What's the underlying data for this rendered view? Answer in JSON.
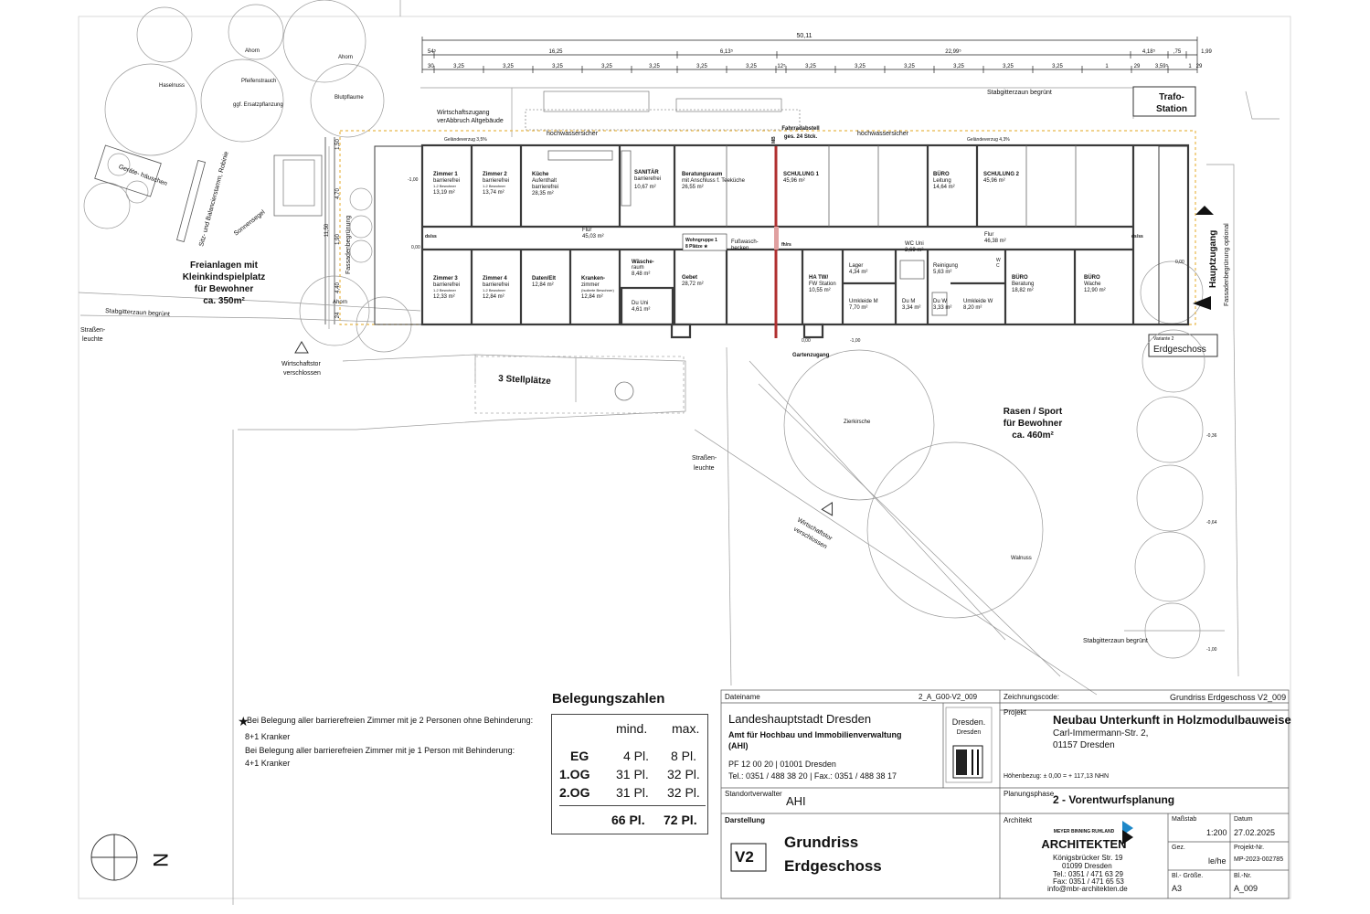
{
  "dimensions": {
    "overall": "50,11",
    "top_row": [
      "54⁵",
      "16,25",
      "6,13⁵",
      "22,99⁵",
      "4,18⁵",
      ",75",
      "1,99"
    ],
    "module_row": [
      "30",
      "3,25",
      "3,25",
      "3,25",
      "3,25",
      "3,25",
      "3,25",
      "3,25",
      "12⁵",
      "3,25",
      "3,25",
      "3,25",
      "3,25",
      "3,25",
      "3,25",
      "1",
      "29",
      "3,59⁵",
      "1",
      "29"
    ],
    "side": [
      "1,50",
      "4,70",
      "1,90",
      "4,40",
      "24",
      "24",
      "11,50"
    ]
  },
  "site_labels": {
    "ahorn_1": "Ahorn",
    "ahorn_2": "Ahorn",
    "ahorn_3": "Ahorn",
    "haselnuss": "Haselnuss",
    "pfeifenstrauch": "Pfeifenstrauch",
    "ersatz": "ggf. Ersatzpflanzung",
    "blutpflaume": "Blutpflaume",
    "geraete": "Geräte-\nhäuschen",
    "sitz": "Sitz- und Balancierstamm, Robinie",
    "sonnensegel": "Sonnensegel",
    "freianlagen_1": "Freianlagen mit",
    "freianlagen_2": "Kleinkindspielplatz",
    "freianlagen_3": "für Bewohner",
    "freianlagen_4": "ca. 350m²",
    "zaun_1": "Stabgitterzaun begrünt",
    "zaun_2": "Stabgitterzaun begrünt",
    "zaun_3": "Stabgitterzaun begrünt",
    "strassen_1": "Straßen-",
    "strassen_1b": "leuchte",
    "strassen_2": "Straßen-",
    "strassen_2b": "leuchte",
    "wirtschaftstor_1": "Wirtschaftstor",
    "wirtschaftstor_1b": "verschlossen",
    "wirtschaftstor_2": "Wirtschaftstor",
    "wirtschaftstor_2b": "verschlossen",
    "stellplaetze": "3 Stellplätze",
    "wirtschaftszugang_1": "Wirtschaftszugang",
    "wirtschaftszugang_2": "verAbbruch Altgebäude",
    "hochwasser_1": "hochwassersicher",
    "hochwasser_2": "hochwassersicher",
    "gelaende_1": "Geländeverzug 3,5%",
    "gelaende_2": "Geländeverzug 4,3%",
    "fahrrad_1": "Fahrradabstell",
    "fahrrad_2": "ges. 24 Stck.",
    "trafo_1": "Trafo-",
    "trafo_2": "Station",
    "fassade": "Fassadenbegrünung",
    "hauptzugang": "Hauptzugang",
    "fassade_opt": "Fassadenbegrünung optional",
    "variante": "Variante 2",
    "erdgeschoss_tag": "Erdgeschoss",
    "gartenzugang": "Gartenzugang",
    "rasen_1": "Rasen / Sport",
    "rasen_2": "für Bewohner",
    "rasen_3": "ca. 460m²",
    "zierkirsche": "Zierkirsche",
    "walnuss": "Walnuss",
    "level_0_1": "0,00",
    "level_0_2": "0,00",
    "level_0_3": "0,00",
    "level_m1_1": "-1,00",
    "level_m1_2": "-1,00",
    "level_m1_3": "-1,00",
    "level_m036": "-0,36",
    "level_m064": "-0,64",
    "dsss_1": "ds/ss",
    "dsss_2": "ds/ss",
    "fhrs": "fh/rs",
    "mb": "MB",
    "north": "N"
  },
  "rooms": [
    {
      "name": "Zimmer 1",
      "sub": "barrierefrei",
      "note": "1-2 Bewohner",
      "area": "13,19 m²"
    },
    {
      "name": "Zimmer 2",
      "sub": "barrierefrei",
      "note": "1-2 Bewohner",
      "area": "13,74 m²"
    },
    {
      "name": "Küche",
      "sub": "Aufenthalt",
      "note": "barrierefrei",
      "area": "28,35 m²"
    },
    {
      "name": "SANITÄR",
      "sub": "barrierefrei",
      "note": "",
      "area": "10,67 m²"
    },
    {
      "name": "Beratungsraum",
      "sub": "mit Anschluss f. Teeküche",
      "note": "",
      "area": "26,55 m²"
    },
    {
      "name": "SCHULUNG 1",
      "sub": "",
      "note": "",
      "area": "45,96 m²"
    },
    {
      "name": "BÜRO",
      "sub": "Leitung",
      "note": "",
      "area": "14,64 m²"
    },
    {
      "name": "SCHULUNG 2",
      "sub": "",
      "note": "",
      "area": "45,96 m²"
    },
    {
      "name": "Flur",
      "sub": "",
      "note": "",
      "area": "45,03 m²"
    },
    {
      "name": "Flur",
      "sub": "",
      "note": "",
      "area": "46,38 m²"
    },
    {
      "name": "WC Uni",
      "sub": "",
      "note": "",
      "area": "2,69 m²"
    },
    {
      "name": "Zimmer 3",
      "sub": "barrierefrei",
      "note": "1-2 Bewohner",
      "area": "12,33 m²"
    },
    {
      "name": "Zimmer 4",
      "sub": "barrierefrei",
      "note": "1-2 Bewohner",
      "area": "12,84 m²"
    },
    {
      "name": "Daten/Elt",
      "sub": "",
      "note": "",
      "area": "12,84 m²"
    },
    {
      "name": "Kranken-",
      "sub": "zimmer",
      "note": "(Isolierte Bewohner)",
      "area": "12,84 m²"
    },
    {
      "name": "Wäsche-",
      "sub": "raum",
      "note": "",
      "area": "8,48 m²"
    },
    {
      "name": "Du Uni",
      "sub": "",
      "note": "",
      "area": "4,61 m²"
    },
    {
      "name": "Gebet",
      "sub": "",
      "note": "",
      "area": "28,72 m²"
    },
    {
      "name": "HA TW/",
      "sub": "FW Station",
      "note": "",
      "area": "10,55 m²"
    },
    {
      "name": "Lager",
      "sub": "",
      "note": "",
      "area": "4,34 m²"
    },
    {
      "name": "Umkleide M",
      "sub": "",
      "note": "",
      "area": "7,70 m²"
    },
    {
      "name": "Reinigung",
      "sub": "",
      "note": "",
      "area": "5,63 m²"
    },
    {
      "name": "Du M",
      "sub": "",
      "note": "",
      "area": "3,34 m²"
    },
    {
      "name": "Du W",
      "sub": "",
      "note": "",
      "area": "3,33 m²"
    },
    {
      "name": "Umkleide W",
      "sub": "",
      "note": "",
      "area": "8,20 m²"
    },
    {
      "name": "BÜRO",
      "sub": "Beratung",
      "note": "",
      "area": "18,82 m²"
    },
    {
      "name": "BÜRO",
      "sub": "Wache",
      "note": "",
      "area": "12,90 m²"
    }
  ],
  "extra_room_labels": {
    "wohngruppe_1": "Wohngruppe 1",
    "wohngruppe_2": "8 Plätze ★",
    "fusswasch_1": "Fußwasch-",
    "fusswasch_2": "becken",
    "wc_small": "W",
    "wc_small2": "C"
  },
  "notes": {
    "star": "★",
    "line1": "Bei Belegung aller barrierefreien Zimmer mit je 2 Personen ohne Behinderung:",
    "line2": "8+1 Kranker",
    "line3": "Bei Belegung aller barrierefreien Zimmer mit je 1 Person mit Behinderung:",
    "line4": "4+1 Kranker"
  },
  "occupancy": {
    "title": "Belegungszahlen",
    "col_min": "mind.",
    "col_max": "max.",
    "rows": [
      {
        "floor": "EG",
        "min": "4 Pl.",
        "max": "8 Pl."
      },
      {
        "floor": "1.OG",
        "min": "31 Pl.",
        "max": "32 Pl."
      },
      {
        "floor": "2.OG",
        "min": "31 Pl.",
        "max": "32 Pl."
      }
    ],
    "total_min": "66 Pl.",
    "total_max": "72 Pl."
  },
  "title_block": {
    "dateiname_label": "Dateiname",
    "dateiname": "2_A_G00-V2_009",
    "zeichnungscode_label": "Zeichnungscode:",
    "zeichnungscode": "Grundriss Erdgeschoss V2_009",
    "client_1": "Landeshauptstadt Dresden",
    "client_2": "Amt für Hochbau und Immobilienverwaltung",
    "client_3": "(AHI)",
    "client_4": "PF 12 00 20 | 01001 Dresden",
    "client_5": "Tel.: 0351 / 488 38 20 | Fax.: 0351 / 488 38 17",
    "dresden_logo": "Dresden.",
    "dresden_logo2": "Dresden",
    "projekt_label": "Projekt",
    "projekt_1": "Neubau Unterkunft in Holzmodulbauweise",
    "projekt_2": "Carl-Immermann-Str. 2,",
    "projekt_3": "01157 Dresden",
    "hoehenbezug": "Höhenbezug:   ± 0,00 = + 117,13 NHN",
    "standort_label": "Standortverwalter",
    "standort": "AHI",
    "phase_label": "Planungsphase",
    "phase": "2 - Vorentwurfsplanung",
    "darstellung_label": "Darstellung",
    "variant": "V2",
    "darstellung_1": "Grundriss",
    "darstellung_2": "Erdgeschoss",
    "architekt_label": "Architekt",
    "arch_logo_1": "MEYER BINNING RUHLAND",
    "arch_logo_2": "ARCHITEKTEN",
    "arch_1": "Königsbrücker Str. 19",
    "arch_2": "01099 Dresden",
    "arch_3": "Tel.: 0351 / 471 63 29",
    "arch_4": "Fax: 0351 / 471 65 53",
    "arch_5": "info@mbr-architekten.de",
    "massstab_label": "Maßstab",
    "massstab": "1:200",
    "datum_label": "Datum",
    "datum": "27.02.2025",
    "gez_label": "Gez.",
    "gez": "le/he",
    "projnr_label": "Projekt-Nr.",
    "projnr": "MP-2023-002785",
    "blgr_label": "Bl.- Größe.",
    "blgr": "A3",
    "blnr_label": "Bl.-Nr.",
    "blnr": "A_009"
  },
  "colors": {
    "wall": "#3a3a3a",
    "dashed_boundary": "#e8b84a",
    "firewall": "#b03030",
    "logo_blue": "#1e88c8"
  }
}
